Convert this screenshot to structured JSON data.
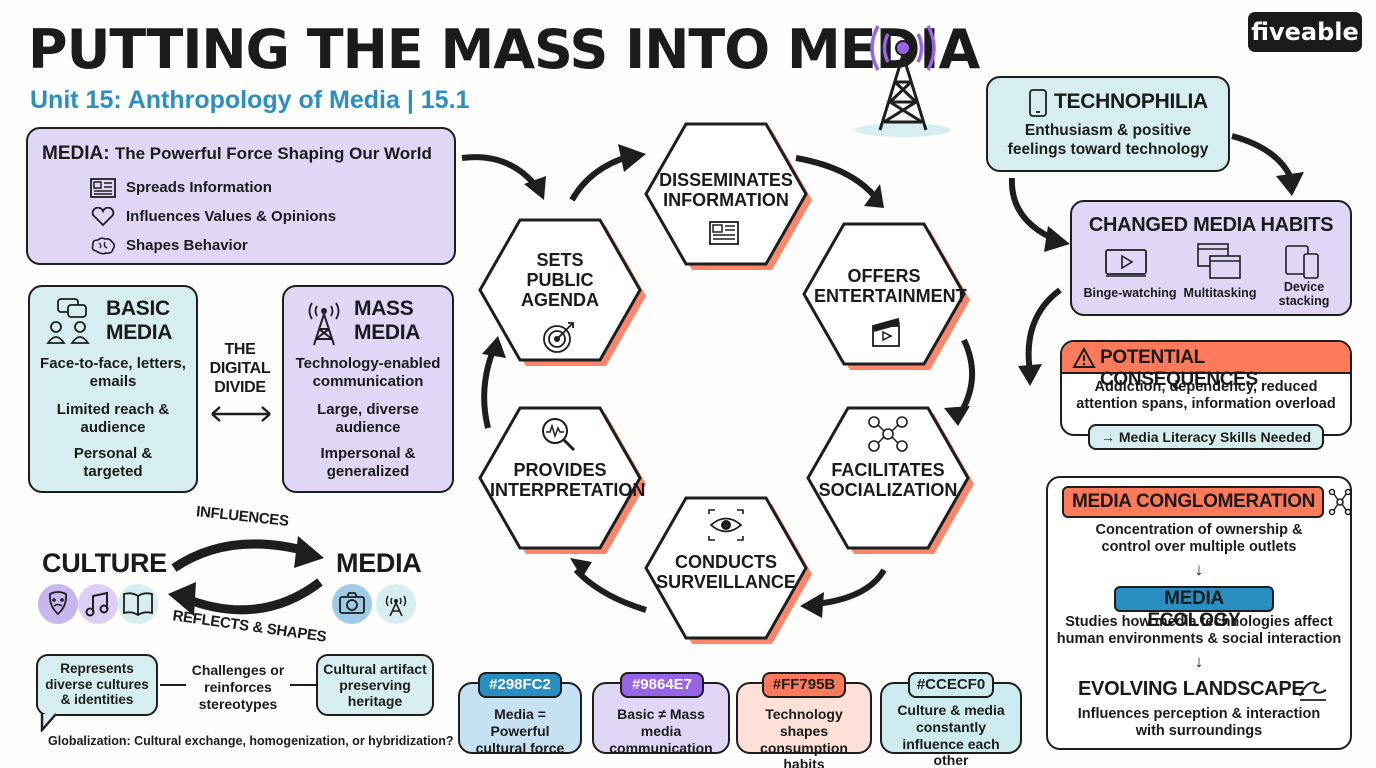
{
  "header": {
    "title": "PUTTING THE MASS INTO MEDIA",
    "subtitle": "Unit 15: Anthropology of Media | 15.1",
    "logo": "fiveable"
  },
  "media_box": {
    "heading_bold": "MEDIA:",
    "heading_rest": "The Powerful Force Shaping Our World",
    "items": [
      "Spreads Information",
      "Influences Values & Opinions",
      "Shapes Behavior"
    ]
  },
  "basic_media": {
    "title_line1": "BASIC",
    "title_line2": "MEDIA",
    "points": [
      "Face-to-face, letters, emails",
      "Limited reach & audience",
      "Personal & targeted"
    ]
  },
  "digital_divide": {
    "line1": "THE",
    "line2": "DIGITAL",
    "line3": "DIVIDE"
  },
  "mass_media": {
    "title_line1": "MASS",
    "title_line2": "MEDIA",
    "points": [
      "Technology-enabled communication",
      "Large, diverse audience",
      "Impersonal & generalized"
    ]
  },
  "culture_cycle": {
    "culture": "CULTURE",
    "media": "MEDIA",
    "top_arrow": "INFLUENCES",
    "bottom_arrow": "REFLECTS & SHAPES"
  },
  "culture_notes": {
    "left": "Represents diverse cultures & identities",
    "middle": "Challenges or reinforces stereotypes",
    "right": "Cultural artifact preserving heritage",
    "footer": "Globalization: Cultural exchange, homogenization, or hybridization?"
  },
  "functions": [
    {
      "id": "disseminates",
      "label": "DISSEMINATES INFORMATION",
      "icon": "newspaper-icon"
    },
    {
      "id": "entertainment",
      "label": "OFFERS ENTERTAINMENT",
      "icon": "clapperboard-icon"
    },
    {
      "id": "socialization",
      "label": "FACILITATES SOCIALIZATION",
      "icon": "network-people-icon"
    },
    {
      "id": "surveillance",
      "label": "CONDUCTS SURVEILLANCE",
      "icon": "eye-icon"
    },
    {
      "id": "interpretation",
      "label": "PROVIDES INTERPRETATION",
      "icon": "magnifier-icon"
    },
    {
      "id": "agenda",
      "label": "SETS PUBLIC AGENDA",
      "icon": "target-icon"
    }
  ],
  "palette": [
    {
      "hex": "#298FC2",
      "caption": "Media = Powerful cultural force"
    },
    {
      "hex": "#9864E7",
      "caption": "Basic ≠ Mass media communication"
    },
    {
      "hex": "#FF795B",
      "caption": "Technology shapes consumption habits"
    },
    {
      "hex": "#CCECF0",
      "caption": "Culture & media constantly influence each other"
    }
  ],
  "technophilia": {
    "title": "TECHNOPHILIA",
    "desc": "Enthusiasm & positive feelings toward technology"
  },
  "changed_habits": {
    "title": "CHANGED MEDIA HABITS",
    "items": [
      "Binge-watching",
      "Multitasking",
      "Device stacking"
    ]
  },
  "consequences": {
    "title": "POTENTIAL CONSEQUENCES",
    "desc": "Addiction, dependency, reduced attention spans, information overload",
    "note": "→ Media Literacy Skills Needed"
  },
  "conglomeration": {
    "title": "MEDIA CONGLOMERATION",
    "desc": "Concentration of ownership & control over multiple outlets",
    "ecology_title": "MEDIA ECOLOGY",
    "ecology_desc": "Studies how media technologies affect human environments & social interaction",
    "landscape_title": "EVOLVING LANDSCAPE",
    "landscape_desc": "Influences perception & interaction with surroundings"
  },
  "colors": {
    "blue": "#298FC2",
    "purple": "#9864E7",
    "coral": "#FF795B",
    "teal": "#CCECF0",
    "lavender": "#E2D6F6"
  }
}
